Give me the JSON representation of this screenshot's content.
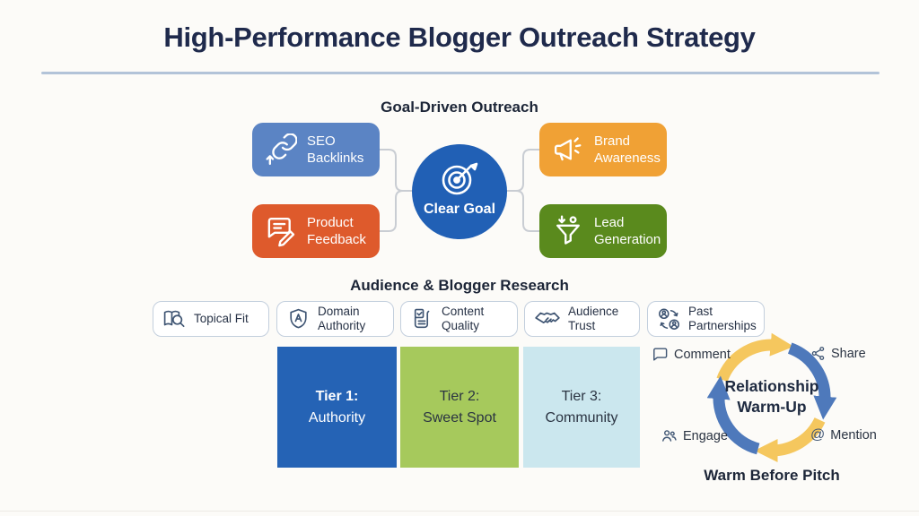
{
  "title": "High-Performance Blogger Outreach Strategy",
  "goal_section": {
    "heading": "Goal-Driven Outreach",
    "center_label": "Clear Goal",
    "center_color": "#2160b5",
    "boxes": [
      {
        "line1": "SEO",
        "line2": "Backlinks",
        "icon": "link-up-icon",
        "color": "#5b84c4"
      },
      {
        "line1": "Product",
        "line2": "Feedback",
        "icon": "chat-pencil-icon",
        "color": "#de5a2c"
      },
      {
        "line1": "Brand",
        "line2": "Awareness",
        "icon": "megaphone-icon",
        "color": "#f0a135"
      },
      {
        "line1": "Lead",
        "line2": "Generation",
        "icon": "funnel-icon",
        "color": "#5a8a1d"
      }
    ]
  },
  "research_section": {
    "heading": "Audience & Blogger Research",
    "criteria": [
      {
        "line1": "Topical Fit",
        "line2": "",
        "icon": "book-search-icon"
      },
      {
        "line1": "Domain",
        "line2": "Authority",
        "icon": "shield-a-icon"
      },
      {
        "line1": "Content",
        "line2": "Quality",
        "icon": "scroll-check-icon"
      },
      {
        "line1": "Audience",
        "line2": "Trust",
        "icon": "handshake-icon"
      },
      {
        "line1": "Past",
        "line2": "Partnerships",
        "icon": "people-swap-icon"
      }
    ],
    "tiers": [
      {
        "line1": "Tier 1:",
        "line2": "Authority",
        "color": "#2563b5",
        "text_color": "#ffffff"
      },
      {
        "line1": "Tier 2:",
        "line2": "Sweet Spot",
        "color": "#a6c95c",
        "text_color": "#2b3442"
      },
      {
        "line1": "Tier 3:",
        "line2": "Community",
        "color": "#cbe7ee",
        "text_color": "#2b3442"
      }
    ]
  },
  "warmup_section": {
    "center_line1": "Relationship",
    "center_line2": "Warm-Up",
    "steps": [
      {
        "label": "Comment",
        "icon": "comment-icon"
      },
      {
        "label": "Share",
        "icon": "share-icon"
      },
      {
        "label": "Engage",
        "icon": "engage-icon"
      },
      {
        "label": "Mention",
        "icon": "mention-icon"
      }
    ],
    "mention_symbol": "@",
    "footer": "Warm Before Pitch",
    "cycle_colors": {
      "yellow": "#f5c75e",
      "blue": "#4e79bb"
    }
  }
}
